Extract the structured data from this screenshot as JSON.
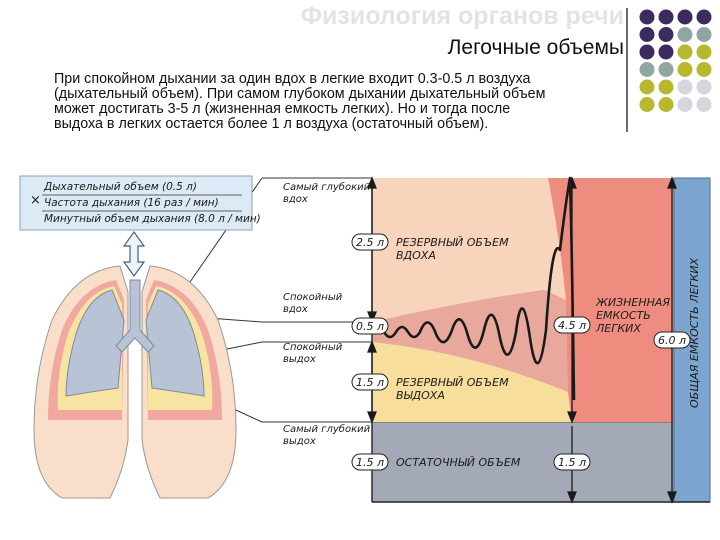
{
  "header": {
    "title": "Физиология органов речи",
    "subtitle": "Легочные объемы"
  },
  "paragraph": {
    "lines": [
      "При спокойном дыхании за один вдох в легкие входит 0.3-0.5 л воздуха",
      "(дыхательный объем). При самом глубоком дыхании дыхательный объем",
      "может достигать 3-5 л (жизненная емкость легких). Но и тогда после",
      "выдоха в легких остается более 1 л воздуха (остаточный объем)."
    ]
  },
  "legend_box": {
    "times_sign": "×",
    "line1": "Дыхательный объем (0.5 л)",
    "line2": "Частота дыхания (16 раз / мин)",
    "line3": "Минутный объем дыхания (8.0 л / мин)"
  },
  "callouts": {
    "deepest_inhale": [
      "Самый глубокий",
      "вдох"
    ],
    "calm_inhale": [
      "Спокойный",
      "вдох"
    ],
    "calm_exhale": [
      "Спокойный",
      "выдох"
    ],
    "deepest_exhale": [
      "Самый глубокий",
      "выдох"
    ]
  },
  "values": {
    "reserve_inspiratory": "2.5 л",
    "tidal": "0.5 л",
    "reserve_expiratory": "1.5 л",
    "residual": "1.5 л",
    "residual_right": "1.5 л",
    "vital_capacity": "4.5 л",
    "total_capacity": "6.0 л"
  },
  "zones": {
    "reserve_inspiratory": [
      "РЕЗЕРВНЫЙ ОБЪЕМ",
      "ВДОХА"
    ],
    "reserve_expiratory": [
      "РЕЗЕРВНЫЙ ОБЪЕМ",
      "ВЫДОХА"
    ],
    "residual": "ОСТАТОЧНЫЙ ОБЪЕМ",
    "vital_capacity": [
      "ЖИЗНЕННАЯ",
      "ЕМКОСТЬ",
      "ЛЕГКИХ"
    ],
    "total_capacity": "ОБЩАЯ ЕМКОСТЬ ЛЕГКИХ"
  },
  "colors": {
    "dot_purple": "#3d2a5e",
    "dot_teal": "#8fa6a2",
    "dot_olive": "#b8b82e",
    "dot_grey": "#d6d6dc",
    "residual_fill": "#a3a9b7",
    "expiratory_fill": "#f7de9c",
    "inspiratory_fill": "#f7c9ad",
    "tidal_fill": "#e8a298",
    "vital_fill": "#ee8d7f",
    "total_fill": "#7ca6cf",
    "lung_outer": "#f9dfc9",
    "lung_pink": "#f0a8a0",
    "lung_yellow": "#f6e4a0",
    "lung_inner": "#b8c3d6",
    "legend_bg": "#dceaf5"
  }
}
